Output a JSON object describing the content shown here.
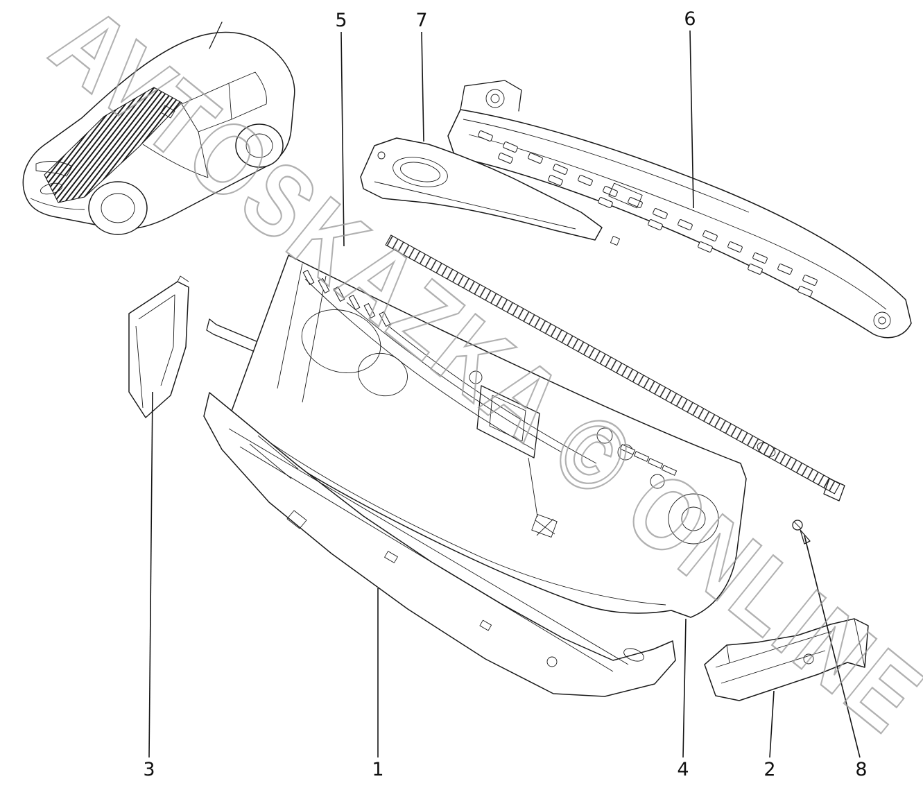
{
  "page": {
    "background": "#ffffff",
    "line_color": "#1a1a1a"
  },
  "watermark": {
    "text": "AVTOSKAZKA © ONLINE",
    "color": "#9e9e9e"
  },
  "callouts": [
    {
      "id": "callout-5",
      "label": "5"
    },
    {
      "id": "callout-7",
      "label": "7"
    },
    {
      "id": "callout-6",
      "label": "6"
    },
    {
      "id": "callout-3",
      "label": "3"
    },
    {
      "id": "callout-1",
      "label": "1"
    },
    {
      "id": "callout-4",
      "label": "4"
    },
    {
      "id": "callout-2",
      "label": "2"
    },
    {
      "id": "callout-8",
      "label": "8"
    }
  ]
}
